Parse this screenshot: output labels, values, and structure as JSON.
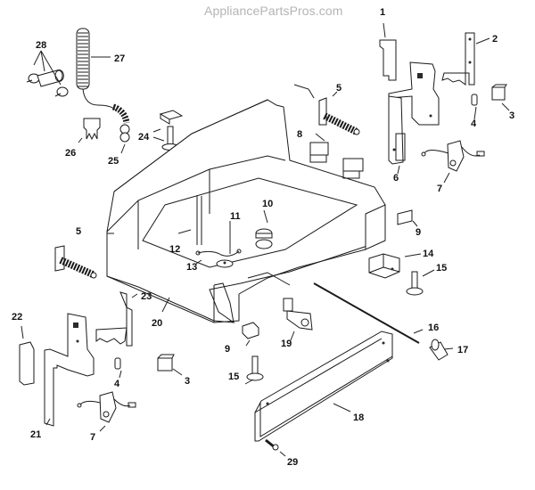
{
  "watermark": "AppliancePartsPros.com",
  "diagram": {
    "title": "Dishwasher base / tub support exploded parts view",
    "part_labels": [
      {
        "id": "label-1",
        "text": "1"
      },
      {
        "id": "label-2",
        "text": "2"
      },
      {
        "id": "label-3a",
        "text": "3"
      },
      {
        "id": "label-3b",
        "text": "3"
      },
      {
        "id": "label-4a",
        "text": "4"
      },
      {
        "id": "label-4b",
        "text": "4"
      },
      {
        "id": "label-5a",
        "text": "5"
      },
      {
        "id": "label-5b",
        "text": "5"
      },
      {
        "id": "label-6",
        "text": "6"
      },
      {
        "id": "label-7a",
        "text": "7"
      },
      {
        "id": "label-7b",
        "text": "7"
      },
      {
        "id": "label-8",
        "text": "8"
      },
      {
        "id": "label-9a",
        "text": "9"
      },
      {
        "id": "label-9b",
        "text": "9"
      },
      {
        "id": "label-10",
        "text": "10"
      },
      {
        "id": "label-11",
        "text": "11"
      },
      {
        "id": "label-12",
        "text": "12"
      },
      {
        "id": "label-13",
        "text": "13"
      },
      {
        "id": "label-14",
        "text": "14"
      },
      {
        "id": "label-15a",
        "text": "15"
      },
      {
        "id": "label-15b",
        "text": "15"
      },
      {
        "id": "label-16",
        "text": "16"
      },
      {
        "id": "label-17",
        "text": "17"
      },
      {
        "id": "label-18",
        "text": "18"
      },
      {
        "id": "label-19",
        "text": "19"
      },
      {
        "id": "label-20",
        "text": "20"
      },
      {
        "id": "label-21",
        "text": "21"
      },
      {
        "id": "label-22",
        "text": "22"
      },
      {
        "id": "label-23",
        "text": "23"
      },
      {
        "id": "label-24",
        "text": "24"
      },
      {
        "id": "label-25",
        "text": "25"
      },
      {
        "id": "label-26",
        "text": "26"
      },
      {
        "id": "label-27",
        "text": "27"
      },
      {
        "id": "label-28",
        "text": "28"
      },
      {
        "id": "label-29",
        "text": "29"
      }
    ]
  }
}
